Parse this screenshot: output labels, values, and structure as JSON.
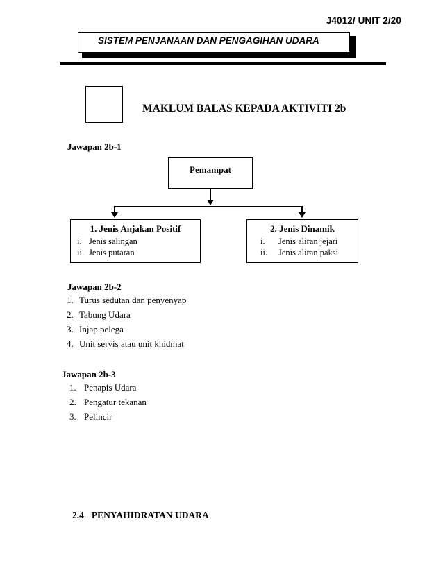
{
  "header": {
    "page_number": "J4012/ UNIT 2/20",
    "banner_title": "SISTEM PENJANAAN DAN PENGAGIHAN UDARA"
  },
  "title": {
    "text": "MAKLUM BALAS KEPADA AKTIVITI 2b"
  },
  "sections": {
    "answer1": {
      "label": "Jawapan 2b-1",
      "flowchart": {
        "root": {
          "text": "Pemampat"
        },
        "branches": [
          {
            "heading": "1.  Jenis Anjakan Positif",
            "items": [
              {
                "marker": "i.",
                "text": "Jenis salingan"
              },
              {
                "marker": "ii.",
                "text": "Jenis putaran"
              }
            ]
          },
          {
            "heading": "2. Jenis Dinamik",
            "items": [
              {
                "marker": "i.",
                "text": "Jenis aliran jejari"
              },
              {
                "marker": "ii.",
                "text": "Jenis aliran paksi"
              }
            ]
          }
        ]
      }
    },
    "answer2": {
      "label": "Jawapan 2b-2",
      "items": [
        {
          "marker": "1.",
          "text": "Turus sedutan dan penyenyap"
        },
        {
          "marker": "2.",
          "text": "Tabung Udara"
        },
        {
          "marker": "3.",
          "text": "Injap pelega"
        },
        {
          "marker": "4.",
          "text": "Unit servis atau unit khidmat"
        }
      ]
    },
    "answer3": {
      "label": "Jawapan 2b-3",
      "items": [
        {
          "marker": "1.",
          "text": "Penapis Udara"
        },
        {
          "marker": "2.",
          "text": "Pengatur tekanan"
        },
        {
          "marker": "3.",
          "text": "Pelincir"
        }
      ]
    }
  },
  "footer": {
    "number": "2.4",
    "heading": "PENYAHIDRATAN UDARA"
  }
}
